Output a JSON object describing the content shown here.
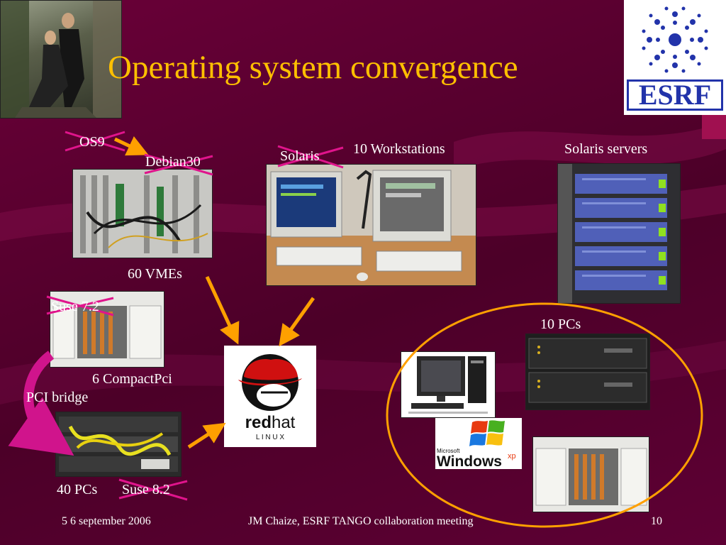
{
  "slide": {
    "title": "Operating system convergence",
    "labels": {
      "os9": "OS9",
      "debian": "Debian30",
      "solaris": "Solaris",
      "workstations": "10 Workstations",
      "solaris_servers": "Solaris servers",
      "vmes": "60 VMEs",
      "suse72": "Suse 7.2",
      "compactpci": "6 CompactPci",
      "pci_bridge": "PCI bridge",
      "pcs10": "10 PCs",
      "pcs40": "40 PCs",
      "suse82": "Suse 8.2"
    },
    "logos": {
      "esrf": "ESRF",
      "redhat_red": "red",
      "redhat_hat": "hat",
      "redhat_linux": "L I N U X",
      "ms_small": "Microsoft",
      "windows": "Windows",
      "xp": "xp"
    },
    "footer": {
      "date": "5 6 september 2006",
      "event": "JM Chaize, ESRF  TANGO collaboration meeting",
      "page": "10"
    },
    "colors": {
      "background": "#5a0030",
      "title": "#ffc000",
      "arrow": "#ffa000",
      "strike": "#e0148c",
      "ellipse": "#ffa000",
      "pci_arrow": "#d0148c"
    }
  }
}
